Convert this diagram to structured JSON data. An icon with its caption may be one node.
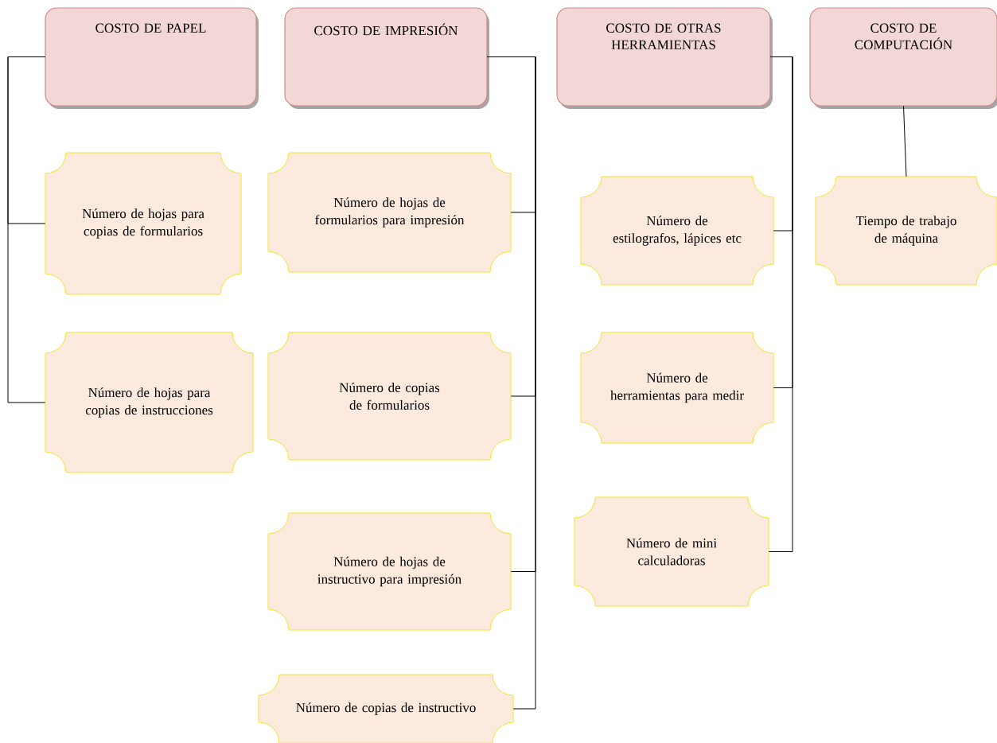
{
  "diagram": {
    "nodes": [
      {
        "text": [
          "COSTO DE PAPEL"
        ]
      },
      {
        "text": [
          "COSTO DE IMPRESIÓN"
        ]
      },
      {
        "text": [
          "COSTO DE OTRAS HERRAMIENTAS"
        ]
      },
      {
        "text": [
          "COSTO DE COMPUTACIÓN"
        ]
      },
      {
        "text": [
          "Número de hojas para copias de formularios"
        ]
      },
      {
        "text": [
          "Número de hojas para copias de instrucciones"
        ]
      },
      {
        "text": [
          "Número de hojas de formularios para impresión"
        ]
      },
      {
        "text": [
          "Número de copias de formularios"
        ]
      },
      {
        "text": [
          "Número de hojas de instructivo para impresión"
        ]
      },
      {
        "text": [
          "Número de copias de instructivo"
        ]
      },
      {
        "text": [
          "Número de estilografos, lápices etc"
        ]
      },
      {
        "text": [
          "Número de herramientas para medir"
        ]
      },
      {
        "text": [
          "Número de mini calculadoras"
        ]
      },
      {
        "text": [
          "Tiempo de trabajo de máquina"
        ]
      }
    ],
    "edges": [
      {
        "from": 0,
        "to": 4,
        "arrow": "none"
      },
      {
        "from": 0,
        "to": 5,
        "arrow": "none"
      },
      {
        "from": 1,
        "to": 6,
        "arrow": "none"
      },
      {
        "from": 1,
        "to": 7,
        "arrow": "none"
      },
      {
        "from": 1,
        "to": 8,
        "arrow": "none"
      },
      {
        "from": 1,
        "to": 9,
        "arrow": "none"
      },
      {
        "from": 2,
        "to": 10,
        "arrow": "none"
      },
      {
        "from": 2,
        "to": 11,
        "arrow": "none"
      },
      {
        "from": 2,
        "to": 12,
        "arrow": "none"
      },
      {
        "from": 3,
        "to": 13,
        "arrow": "none"
      }
    ]
  }
}
